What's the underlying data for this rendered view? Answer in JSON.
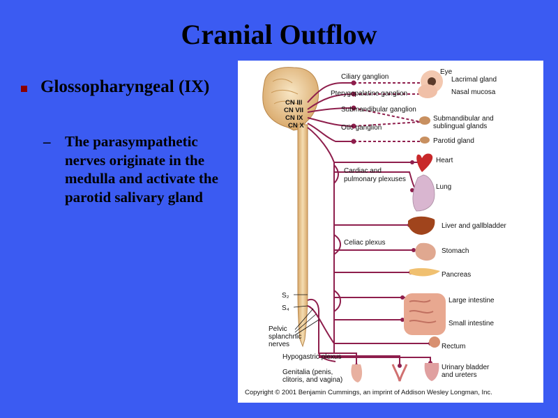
{
  "slide": {
    "title": "Cranial Outflow",
    "bullet": "Glossopharyngeal (IX)",
    "sub_bullet_dash": "–",
    "sub_bullet": "The parasympathetic nerves originate in the medulla and activate the parotid salivary gland"
  },
  "diagram": {
    "cranial_nerves": [
      "CN III",
      "CN VII",
      "CN IX",
      "CN X"
    ],
    "ganglia": [
      "Ciliary ganglion",
      "Pterygopalatine ganglion",
      "Submandibular ganglion",
      "Otic ganglion"
    ],
    "plexuses": {
      "cardiac_line1": "Cardiac and",
      "cardiac_line2": "pulmonary plexuses",
      "celiac": "Celiac plexus",
      "hypogastric": "Hypogastric plexus"
    },
    "spinal": {
      "s2": "S₂",
      "s4": "S₄"
    },
    "pelvic": [
      "Pelvic",
      "splanchnic",
      "nerves"
    ],
    "genitalia": [
      "Genitalia (penis,",
      "clitoris, and vagina)"
    ],
    "targets": {
      "eye": "Eye",
      "lacrimal": "Lacrimal gland",
      "nasal": "Nasal mucosa",
      "submandibular_1": "Submandibular and",
      "submandibular_2": "sublingual glands",
      "parotid": "Parotid gland",
      "heart": "Heart",
      "lung": "Lung",
      "liver": "Liver and gallbladder",
      "stomach": "Stomach",
      "pancreas": "Pancreas",
      "large_intestine": "Large intestine",
      "small_intestine": "Small intestine",
      "rectum": "Rectum",
      "bladder_1": "Urinary bladder",
      "bladder_2": "and ureters"
    },
    "copyright": "Copyright © 2001 Benjamin Cummings, an imprint of Addison Wesley Longman, Inc.",
    "colors": {
      "nerve": "#8E1E4C",
      "cord": "#E9C994",
      "background_slide": "#3B5BF2"
    }
  }
}
